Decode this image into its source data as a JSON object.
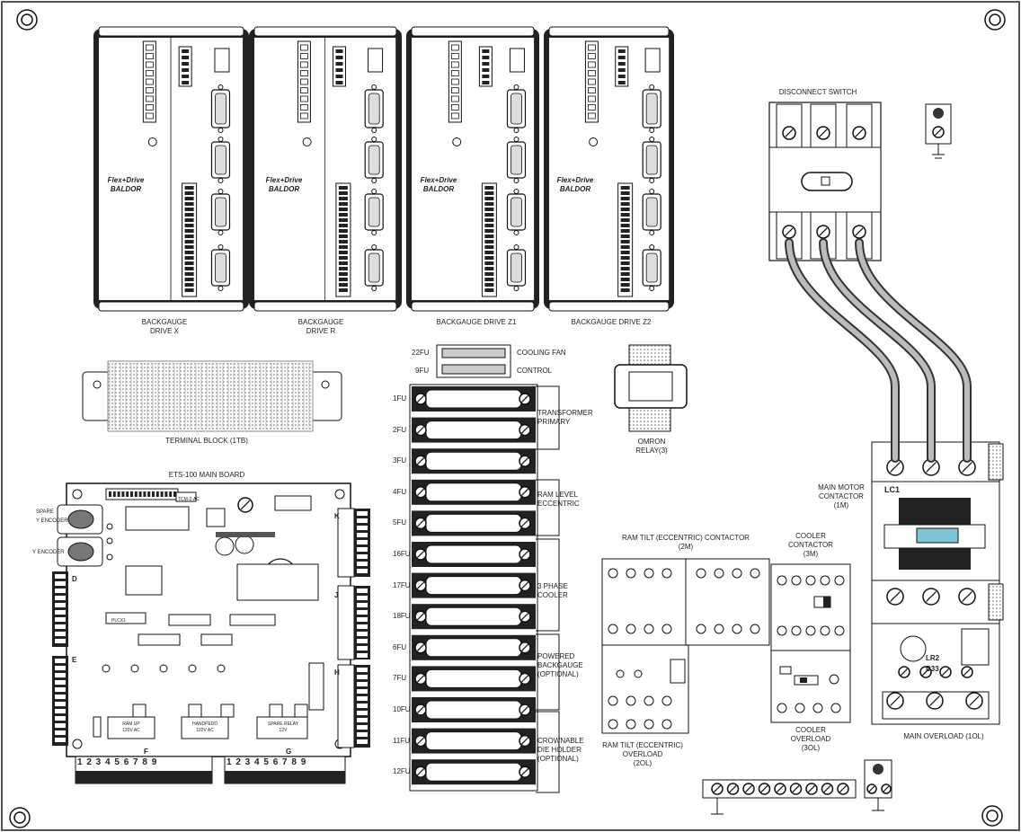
{
  "drives": {
    "brand_line1": "Flex+Drive",
    "brand_line2": "BALDOR",
    "items": [
      {
        "label_line1": "BACKGAUGE",
        "label_line2": "DRIVE X"
      },
      {
        "label_line1": "BACKGAUGE",
        "label_line2": "DRIVE R"
      },
      {
        "label_line1": "BACKGAUGE DRIVE Z1",
        "label_line2": ""
      },
      {
        "label_line1": "BACKGAUGE DRIVE Z2",
        "label_line2": ""
      }
    ]
  },
  "disconnect_switch": {
    "label": "DISCONNECT SWITCH"
  },
  "terminal_block": {
    "label": "TERMINAL BLOCK (1TB)"
  },
  "main_board": {
    "title": "ETS-100 MAIN BOARD",
    "encoder_spare": "SPARE",
    "encoder_spare_2": "Y ENCODER",
    "encoder_y": "Y ENCODER",
    "conn_k": "K",
    "conn_j": "J",
    "conn_h": "H",
    "conn_d": "D",
    "conn_e": "E",
    "chip_label": "TCM-2-AC",
    "ic_label": "PLCX1",
    "relay_1": "RAM UP",
    "relay_1b": "120V AC",
    "relay_2": "HANDPEDD",
    "relay_2b": "120V AC",
    "relay_3": "SPARE RELAY",
    "relay_3b": "12V",
    "terminal_f_numbers": "1 2 3 4 5 6 7 8 9",
    "terminal_g_numbers": "1 2 3 4 5 6 7 8 9",
    "terminal_f": "F",
    "terminal_g": "G"
  },
  "fuses": {
    "top": [
      {
        "id": "22FU",
        "desc": "COOLING FAN"
      },
      {
        "id": "9FU",
        "desc": "CONTROL"
      }
    ],
    "items": [
      "1FU",
      "2FU",
      "3FU",
      "4FU",
      "5FU",
      "16FU",
      "17FU",
      "18FU",
      "6FU",
      "7FU",
      "10FU",
      "11FU",
      "12FU"
    ],
    "groups": [
      {
        "line1": "TRANSFORMER",
        "line2": "PRIMARY",
        "line3": ""
      },
      {
        "line1": "RAM LEVEL",
        "line2": "ECCENTRIC",
        "line3": ""
      },
      {
        "line1": "3 PHASE",
        "line2": "COOLER",
        "line3": ""
      },
      {
        "line1": "POWERED",
        "line2": "BACKGAUGE",
        "line3": "(OPTIONAL)"
      },
      {
        "line1": "CROWNABLE",
        "line2": "DIE HOLDER",
        "line3": "(OPTIONAL)"
      }
    ]
  },
  "omron_relay": {
    "line1": "OMRON",
    "line2": "RELAY(3)"
  },
  "ram_tilt_contactor": {
    "line1": "RAM TILT (ECCENTRIC) CONTACTOR",
    "line2": "(2M)"
  },
  "ram_tilt_overload": {
    "line1": "RAM TILT (ECCENTRIC)",
    "line2": "OVERLOAD",
    "line3": "(2OL)"
  },
  "cooler_contactor": {
    "line1": "COOLER",
    "line2": "CONTACTOR",
    "line3": "(3M)"
  },
  "cooler_overload": {
    "line1": "COOLER",
    "line2": "OVERLOAD",
    "line3": "(3OL)"
  },
  "main_motor_contactor": {
    "line1": "MAIN MOTOR",
    "line2": "CONTACTOR",
    "line3": "(1M)",
    "tag": "LC1"
  },
  "main_overload": {
    "label": "MAIN OVERLOAD (1OL)",
    "tag1": "LR2",
    "tag2": "D33"
  }
}
